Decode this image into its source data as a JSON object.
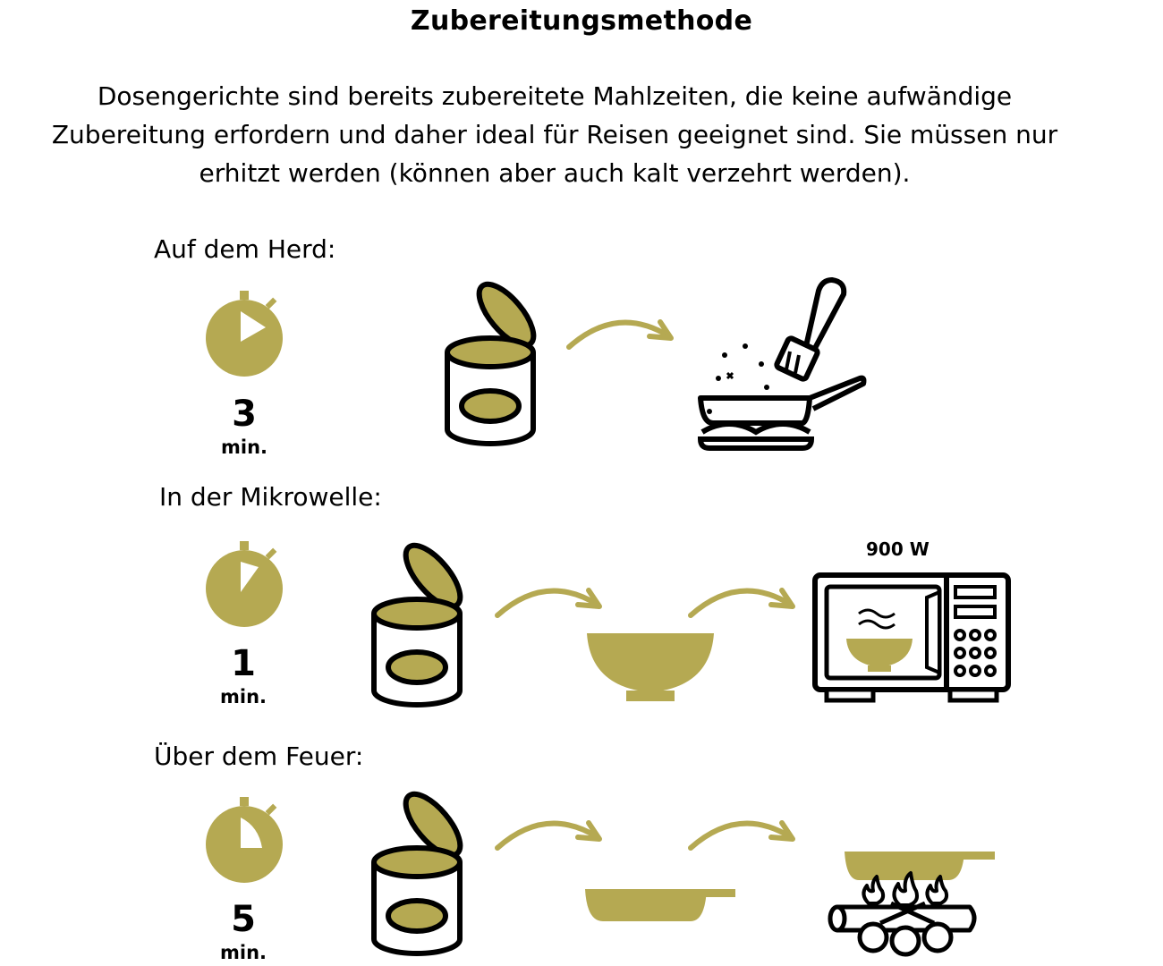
{
  "title": "Zubereitungsmethode",
  "intro": "Dosengerichte sind bereits zubereitete Mahlzeiten, die keine aufwändige Zubereitung erfordern und daher ideal für Reisen geeignet sind. Sie müssen nur erhitzt werden (können aber auch kalt verzehrt werden).",
  "colors": {
    "accent": "#b5a952",
    "ink": "#000000"
  },
  "methods": [
    {
      "label": "Auf dem Herd:",
      "time": "3",
      "unit": "min.",
      "icons": [
        "stopwatch-icon",
        "open-can-icon",
        "arrow-icon",
        "frying-pan-on-stove-icon"
      ]
    },
    {
      "label": "In der Mikrowelle:",
      "time": "1",
      "unit": "min.",
      "power": "900 W",
      "icons": [
        "stopwatch-icon",
        "open-can-icon",
        "arrow-icon",
        "bowl-icon",
        "arrow-icon",
        "microwave-icon"
      ]
    },
    {
      "label": "Über dem Feuer:",
      "time": "5",
      "unit": "min.",
      "icons": [
        "stopwatch-icon",
        "open-can-icon",
        "arrow-icon",
        "pan-icon",
        "arrow-icon",
        "pan-over-campfire-icon"
      ]
    }
  ]
}
